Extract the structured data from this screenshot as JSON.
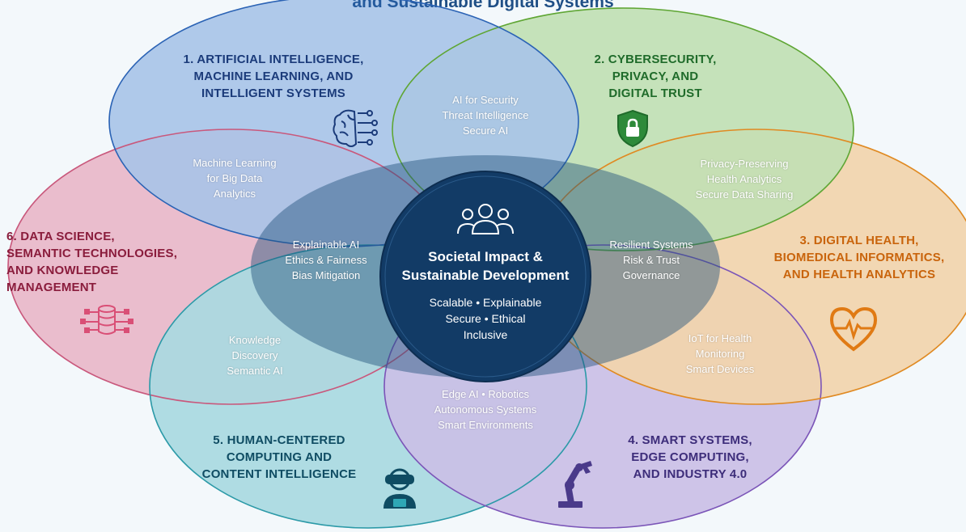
{
  "title_partial": "and Sustainable Digital Systems",
  "colors": {
    "ai": "#2f6fc9",
    "cyber": "#6fb841",
    "health": "#f19a2b",
    "smart": "#8a63c4",
    "human": "#2fa7b5",
    "data": "#d94f76",
    "center": "#123b66",
    "ai_text": "#1b3b7a",
    "cyber_text": "#1f6b2a",
    "health_text": "#c9640c",
    "smart_text": "#3d2d7a",
    "human_text": "#0f4c63",
    "data_text": "#8a1c3c"
  },
  "domains": [
    {
      "lines": [
        "1. ARTIFICIAL INTELLIGENCE,",
        "MACHINE LEARNING, AND",
        "INTELLIGENT SYSTEMS"
      ],
      "icon": "brain-circuit-icon"
    },
    {
      "lines": [
        "2. CYBERSECURITY,",
        "PRIVACY, AND",
        "DIGITAL TRUST"
      ],
      "icon": "shield-lock-icon"
    },
    {
      "lines": [
        "3. DIGITAL HEALTH,",
        "BIOMEDICAL INFORMATICS,",
        "AND HEALTH ANALYTICS"
      ],
      "icon": "heartbeat-icon"
    },
    {
      "lines": [
        "4. SMART SYSTEMS,",
        "EDGE COMPUTING,",
        "AND INDUSTRY 4.0"
      ],
      "icon": "robot-arm-icon"
    },
    {
      "lines": [
        "5. HUMAN-CENTERED",
        "COMPUTING AND",
        "CONTENT INTELLIGENCE"
      ],
      "icon": "human-vr-icon"
    },
    {
      "lines": [
        "6. DATA SCIENCE,",
        "SEMANTIC TECHNOLOGIES,",
        "AND KNOWLEDGE",
        "MANAGEMENT"
      ],
      "icon": "database-network-icon"
    }
  ],
  "overlaps": [
    {
      "lines": [
        "AI for Security",
        "Threat Intelligence",
        "Secure AI"
      ]
    },
    {
      "lines": [
        "Privacy-Preserving",
        "Health Analytics",
        "Secure Data Sharing"
      ]
    },
    {
      "lines": [
        "Resilient Systems",
        "Risk & Trust",
        "Governance"
      ]
    },
    {
      "lines": [
        "IoT for Health",
        "Monitoring",
        "Smart Devices"
      ]
    },
    {
      "lines": [
        "Edge AI • Robotics",
        "Autonomous Systems",
        "Smart Environments"
      ]
    },
    {
      "lines": [
        "Knowledge",
        "Discovery",
        "Semantic AI"
      ]
    },
    {
      "lines": [
        "Machine Learning",
        "for Big Data",
        "Analytics"
      ]
    },
    {
      "lines": [
        "Explainable AI",
        "Ethics & Fairness",
        "Bias Mitigation"
      ]
    }
  ],
  "center": {
    "title_lines": [
      "Societal Impact &",
      "Sustainable Development"
    ],
    "sub_lines": [
      "Scalable • Explainable",
      "Secure • Ethical",
      "Inclusive"
    ],
    "icon": "people-group-icon"
  }
}
